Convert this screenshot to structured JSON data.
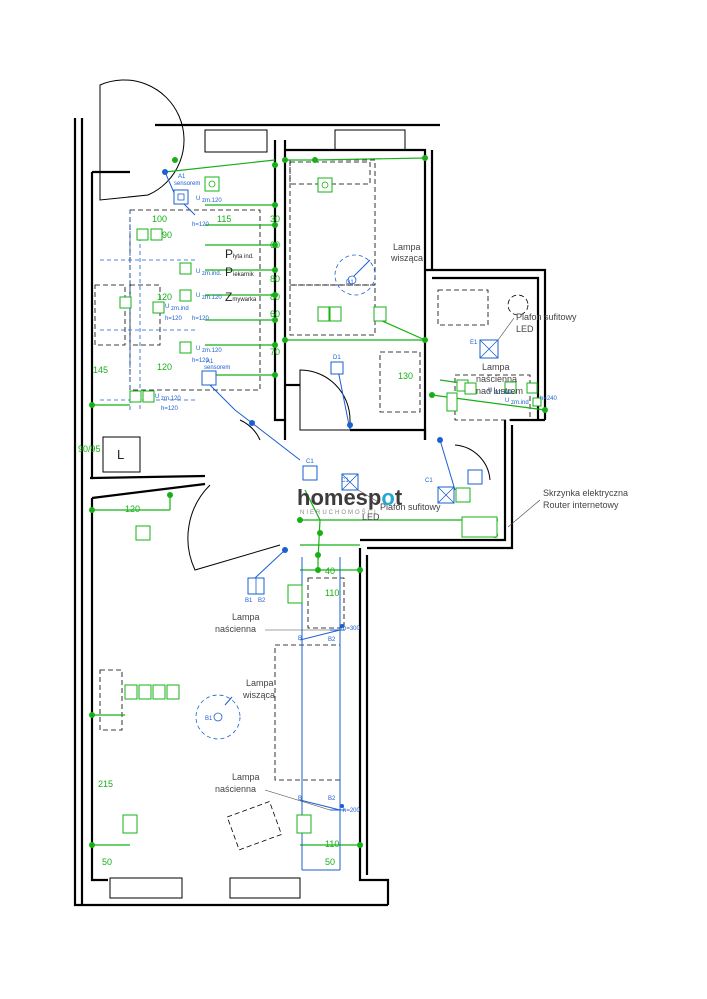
{
  "logo": {
    "text_main": "homesp",
    "text_accent": "o",
    "text_end": "t",
    "tagline": "NIERUCHOMOŚCI",
    "accent_color": "#25a7d8"
  },
  "colors": {
    "walls": "#000000",
    "electrical_green": "#16b016",
    "electrical_blue": "#1b5fd1"
  },
  "labels": {
    "lampa_wiszaca_top": [
      "Lampa",
      "wisząca"
    ],
    "plafon_top": [
      "Plafon sufitowy",
      "LED"
    ],
    "lampa_nascienna_bath": [
      "Lampa",
      "naścienna",
      "nad lustrem"
    ],
    "plafon_center": [
      "Plafon sufitowy",
      "LED"
    ],
    "skrzynka": [
      "Skrzynka elektryczna",
      "Router internetowy"
    ],
    "lampa_nascienna_1": [
      "Lampa",
      "naścienna"
    ],
    "lampa_wiszaca_bottom": [
      "Lampa",
      "wisząca"
    ],
    "lampa_nascienna_2": [
      "Lampa",
      "naścienna"
    ],
    "plyta": [
      "P",
      "łyta ind."
    ],
    "piekarnik": [
      "P",
      "iekarnik"
    ],
    "zmywarka": [
      "Z",
      "mywarka"
    ],
    "fridge": "L"
  },
  "codes": {
    "a1": "A1",
    "a1_sub": "sensorem",
    "a1_b": "A1",
    "a1_b_sub": "sensorem",
    "c1_a": "C1",
    "c1_b": "C1",
    "c1_c": "C1",
    "d1": "D1",
    "e1": "E1",
    "b1": "B1",
    "b2": "B2",
    "b1_lamp": "B1",
    "b2_a": "B2",
    "b2_b": "B2",
    "b_a": "B",
    "b_b": "B",
    "d1_lamp": "D1",
    "h300": "h=300",
    "h200": "h=200",
    "h240": "h=240",
    "u1": "U",
    "u1_sub": "zm.120",
    "u2": "U",
    "u2_sub": "zm.ind.",
    "u3": "U",
    "u3_sub": "zm.120",
    "u4": "U",
    "u4_sub": "zm.120",
    "u5": "U",
    "u5_sub": "zm.ind",
    "u6": "U",
    "u6_sub": "zm.ind",
    "u7": "U",
    "u7_sub": "zm.120",
    "u_bath_1": "U",
    "u_bath_1_sub": "zm.ind.",
    "u_bath_2": "U",
    "u_bath_2_sub": "zm.ind",
    "h120_a": "h=120",
    "h120_b": "h=120",
    "h120_c": "h=120",
    "h120_d": "h=120",
    "h120_e": "h=120"
  },
  "dimensions": {
    "d100": "100",
    "d115": "115",
    "d30": "30",
    "d90": "90",
    "d60": "60",
    "d80a": "80",
    "d80b": "80",
    "d60b": "60",
    "d70": "70",
    "d120a": "120",
    "d120b": "120",
    "d145": "145",
    "d130": "130",
    "d9095": "90/95",
    "d120c": "120",
    "d40": "40",
    "d110a": "110",
    "d215": "215",
    "d50a": "50",
    "d50b": "50",
    "d110b": "110"
  }
}
